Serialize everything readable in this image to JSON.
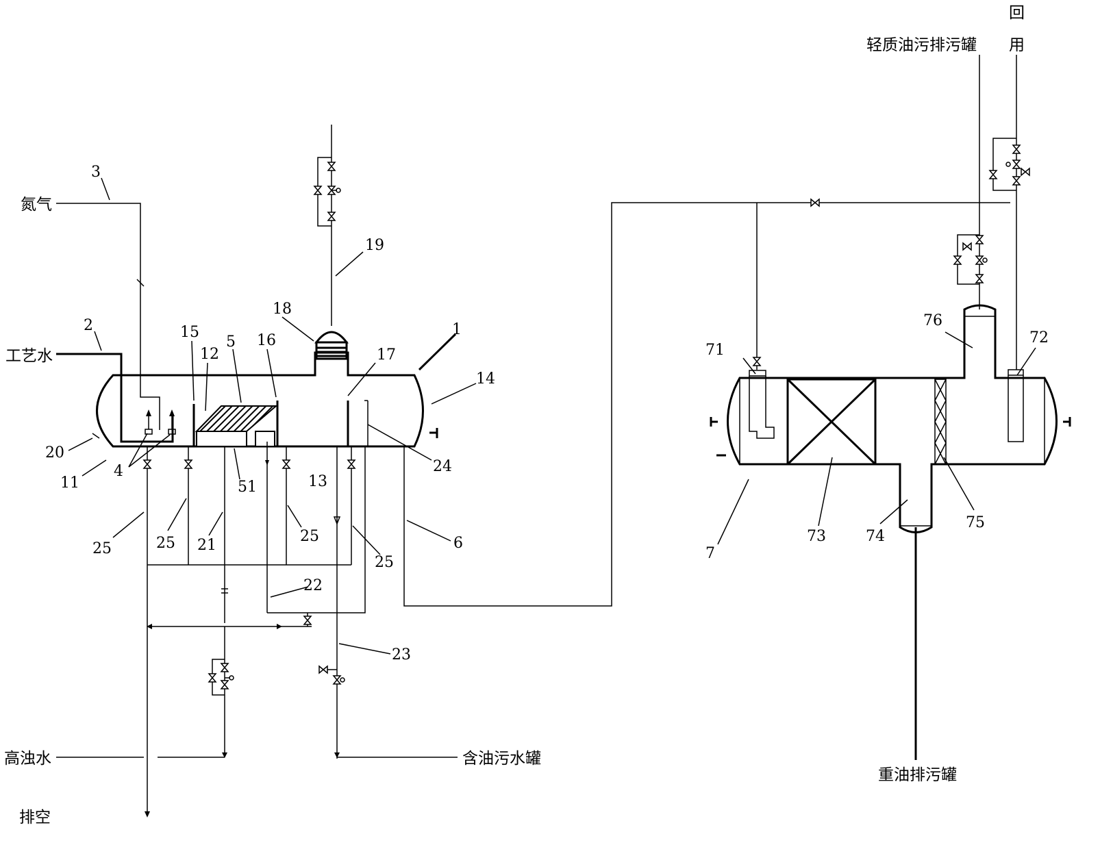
{
  "streams": {
    "nitrogen": "氮气",
    "process_water": "工艺水",
    "high_turbid_water": "高浊水",
    "vent": "排空",
    "oily_wastewater_tank": "含油污水罐",
    "light_oil_tank": "轻质油污排污罐",
    "recycle_char1": "回",
    "recycle_char2": "用",
    "heavy_oil_tank": "重油排污罐"
  },
  "callouts": {
    "n1": "1",
    "n2": "2",
    "n3": "3",
    "n4": "4",
    "n5": "5",
    "n6": "6",
    "n7": "7",
    "n11": "11",
    "n12": "12",
    "n13": "13",
    "n14": "14",
    "n15": "15",
    "n16": "16",
    "n17": "17",
    "n18": "18",
    "n19": "19",
    "n20": "20",
    "n21": "21",
    "n22": "22",
    "n23": "23",
    "n24": "24",
    "n25a": "25",
    "n25b": "25",
    "n25c": "25",
    "n25d": "25",
    "n51": "51",
    "n71": "71",
    "n72": "72",
    "n73": "73",
    "n74": "74",
    "n75": "75",
    "n76": "76"
  },
  "colors": {
    "line": "#000000",
    "background": "#ffffff"
  }
}
